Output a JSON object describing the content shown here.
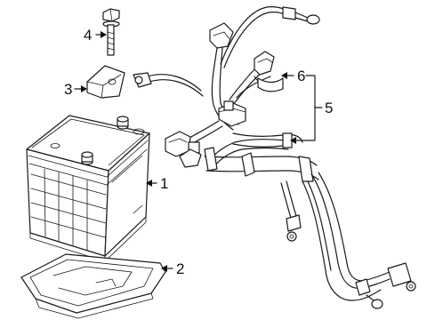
{
  "callouts": {
    "c1": "1",
    "c2": "2",
    "c3": "3",
    "c4": "4",
    "c5": "5",
    "c6": "6"
  },
  "parts": {
    "p1": "battery",
    "p2": "battery-tray",
    "p3": "terminal-cover",
    "p4": "bolt",
    "p5": "battery-cable-harness",
    "p6": "cable-clip"
  },
  "colors": {
    "line": "#1a1a1a",
    "background": "#ffffff"
  }
}
